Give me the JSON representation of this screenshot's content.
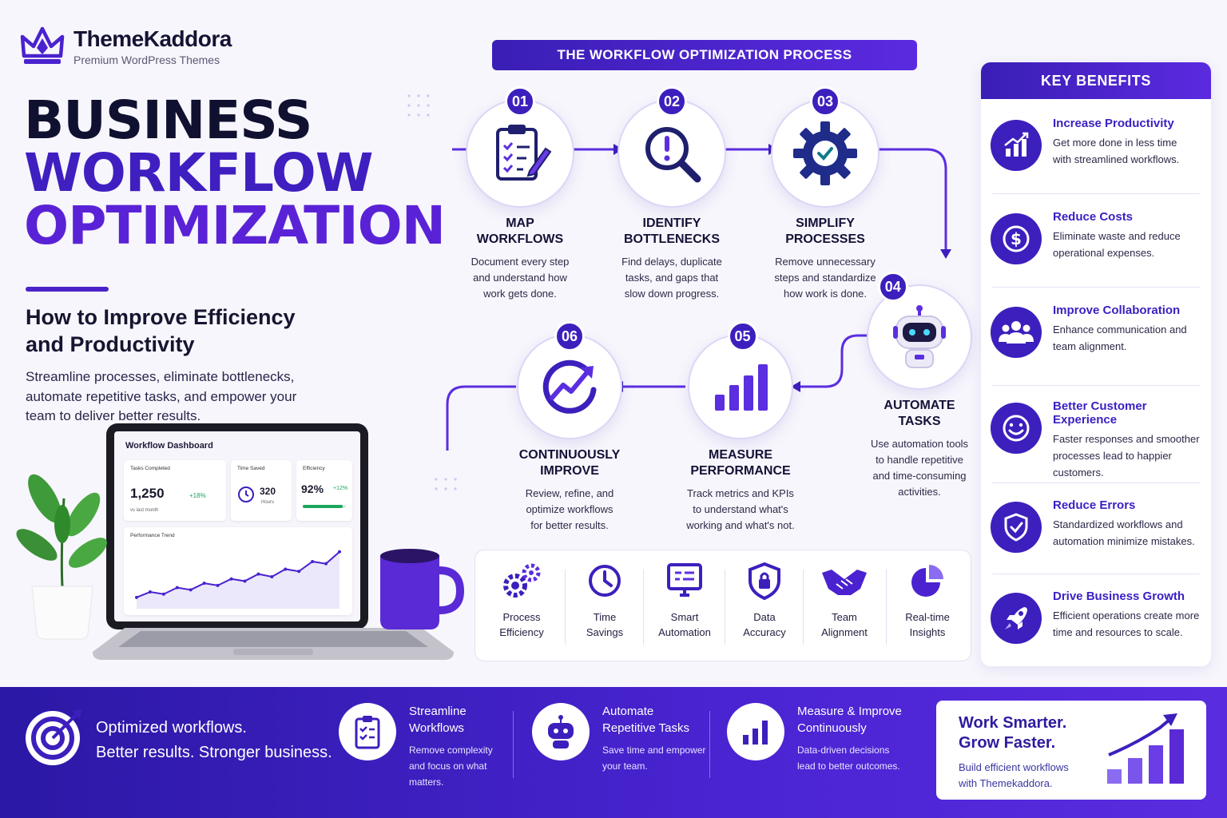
{
  "brand": {
    "name": "ThemeKaddora",
    "tagline": "Premium WordPress Themes"
  },
  "hero": {
    "line1": "BUSINESS",
    "line2": "WORKFLOW",
    "line3": "OPTIMIZATION",
    "subtitle_line1": "How to Improve Efficiency",
    "subtitle_line2": "and Productivity",
    "description": "Streamline processes, eliminate bottlenecks, automate repetitive tasks, and empower your team to deliver better results."
  },
  "process": {
    "title": "THE WORKFLOW OPTIMIZATION PROCESS",
    "steps": [
      {
        "num": "01",
        "title_line1": "MAP",
        "title_line2": "WORKFLOWS",
        "desc_line1": "Document every step",
        "desc_line2": "and understand how",
        "desc_line3": "work gets done.",
        "icon": "clipboard-icon"
      },
      {
        "num": "02",
        "title_line1": "IDENTIFY",
        "title_line2": "BOTTLENECKS",
        "desc_line1": "Find delays, duplicate",
        "desc_line2": "tasks, and gaps that",
        "desc_line3": "slow down progress.",
        "icon": "magnifier-alert-icon"
      },
      {
        "num": "03",
        "title_line1": "SIMPLIFY",
        "title_line2": "PROCESSES",
        "desc_line1": "Remove unnecessary",
        "desc_line2": "steps and standardize",
        "desc_line3": "how work is done.",
        "icon": "gear-check-icon"
      },
      {
        "num": "04",
        "title_line1": "AUTOMATE",
        "title_line2": "TASKS",
        "desc_line1": "Use automation tools",
        "desc_line2": "to handle repetitive",
        "desc_line3": "and time-consuming",
        "desc_line4": "activities.",
        "icon": "robot-icon"
      },
      {
        "num": "05",
        "title_line1": "MEASURE",
        "title_line2": "PERFORMANCE",
        "desc_line1": "Track metrics and KPIs",
        "desc_line2": "to understand what's",
        "desc_line3": "working and what's not.",
        "icon": "bar-chart-icon"
      },
      {
        "num": "06",
        "title_line1": "CONTINUOUSLY",
        "title_line2": "IMPROVE",
        "desc_line1": "Review, refine, and",
        "desc_line2": "optimize workflows",
        "desc_line3": "for better results.",
        "icon": "refresh-growth-icon"
      }
    ]
  },
  "features": [
    {
      "line1": "Process",
      "line2": "Efficiency",
      "icon": "gears-icon"
    },
    {
      "line1": "Time",
      "line2": "Savings",
      "icon": "clock-icon"
    },
    {
      "line1": "Smart",
      "line2": "Automation",
      "icon": "monitor-icon"
    },
    {
      "line1": "Data",
      "line2": "Accuracy",
      "icon": "shield-lock-icon"
    },
    {
      "line1": "Team",
      "line2": "Alignment",
      "icon": "handshake-icon"
    },
    {
      "line1": "Real-time",
      "line2": "Insights",
      "icon": "pie-chart-icon"
    }
  ],
  "benefits": {
    "title": "KEY BENEFITS",
    "items": [
      {
        "title": "Increase Productivity",
        "desc_line1": "Get more done in less time",
        "desc_line2": "with streamlined workflows.",
        "icon": "growth-chart-icon"
      },
      {
        "title": "Reduce Costs",
        "desc_line1": "Eliminate waste and reduce",
        "desc_line2": "operational expenses.",
        "icon": "dollar-icon"
      },
      {
        "title": "Improve Collaboration",
        "desc_line1": "Enhance communication and",
        "desc_line2": "team alignment.",
        "icon": "team-icon"
      },
      {
        "title": "Better Customer Experience",
        "desc_line1": "Faster responses and smoother",
        "desc_line2": "processes lead to happier",
        "desc_line3": "customers.",
        "icon": "smile-icon"
      },
      {
        "title": "Reduce Errors",
        "desc_line1": "Standardized workflows and",
        "desc_line2": "automation minimize mistakes.",
        "icon": "shield-check-icon"
      },
      {
        "title": "Drive Business Growth",
        "desc_line1": "Efficient operations create more",
        "desc_line2": "time and resources to scale.",
        "icon": "rocket-icon"
      }
    ]
  },
  "dashboard": {
    "title": "Workflow Dashboard",
    "tasks_label": "Tasks Completed",
    "tasks_value": "1,250",
    "tasks_delta": "+18%",
    "tasks_note": "vs last month",
    "time_label": "Time Saved",
    "time_value": "320",
    "time_unit": "Hours",
    "eff_label": "Efficiency",
    "eff_value": "92%",
    "eff_delta": "+12%",
    "eff_progress": 0.92,
    "trend_label": "Performance Trend",
    "trend_points": [
      0.12,
      0.22,
      0.18,
      0.3,
      0.26,
      0.38,
      0.34,
      0.46,
      0.42,
      0.55,
      0.5,
      0.64,
      0.6,
      0.78,
      0.74,
      0.96
    ]
  },
  "band": {
    "headline_line1": "Optimized workflows.",
    "headline_line2": "Better results. Stronger business.",
    "cols": [
      {
        "title_line1": "Streamline",
        "title_line2": "Workflows",
        "desc_line1": "Remove complexity",
        "desc_line2": "and focus on what",
        "desc_line3": "matters.",
        "icon": "checklist-icon"
      },
      {
        "title_line1": "Automate",
        "title_line2": "Repetitive Tasks",
        "desc_line1": "Save time and empower",
        "desc_line2": "your team.",
        "icon": "robot-icon"
      },
      {
        "title_line1": "Measure & Improve",
        "title_line2": "Continuously",
        "desc_line1": "Data-driven decisions",
        "desc_line2": "lead to better outcomes.",
        "icon": "bar-chart-icon"
      }
    ],
    "cta_line1": "Work Smarter.",
    "cta_line2": "Grow Faster.",
    "cta_desc_line1": "Build efficient workflows",
    "cta_desc_line2": "with Themekaddora."
  },
  "colors": {
    "primary": "#3d1fbd",
    "accent": "#5a22d6",
    "dark": "#101030"
  }
}
